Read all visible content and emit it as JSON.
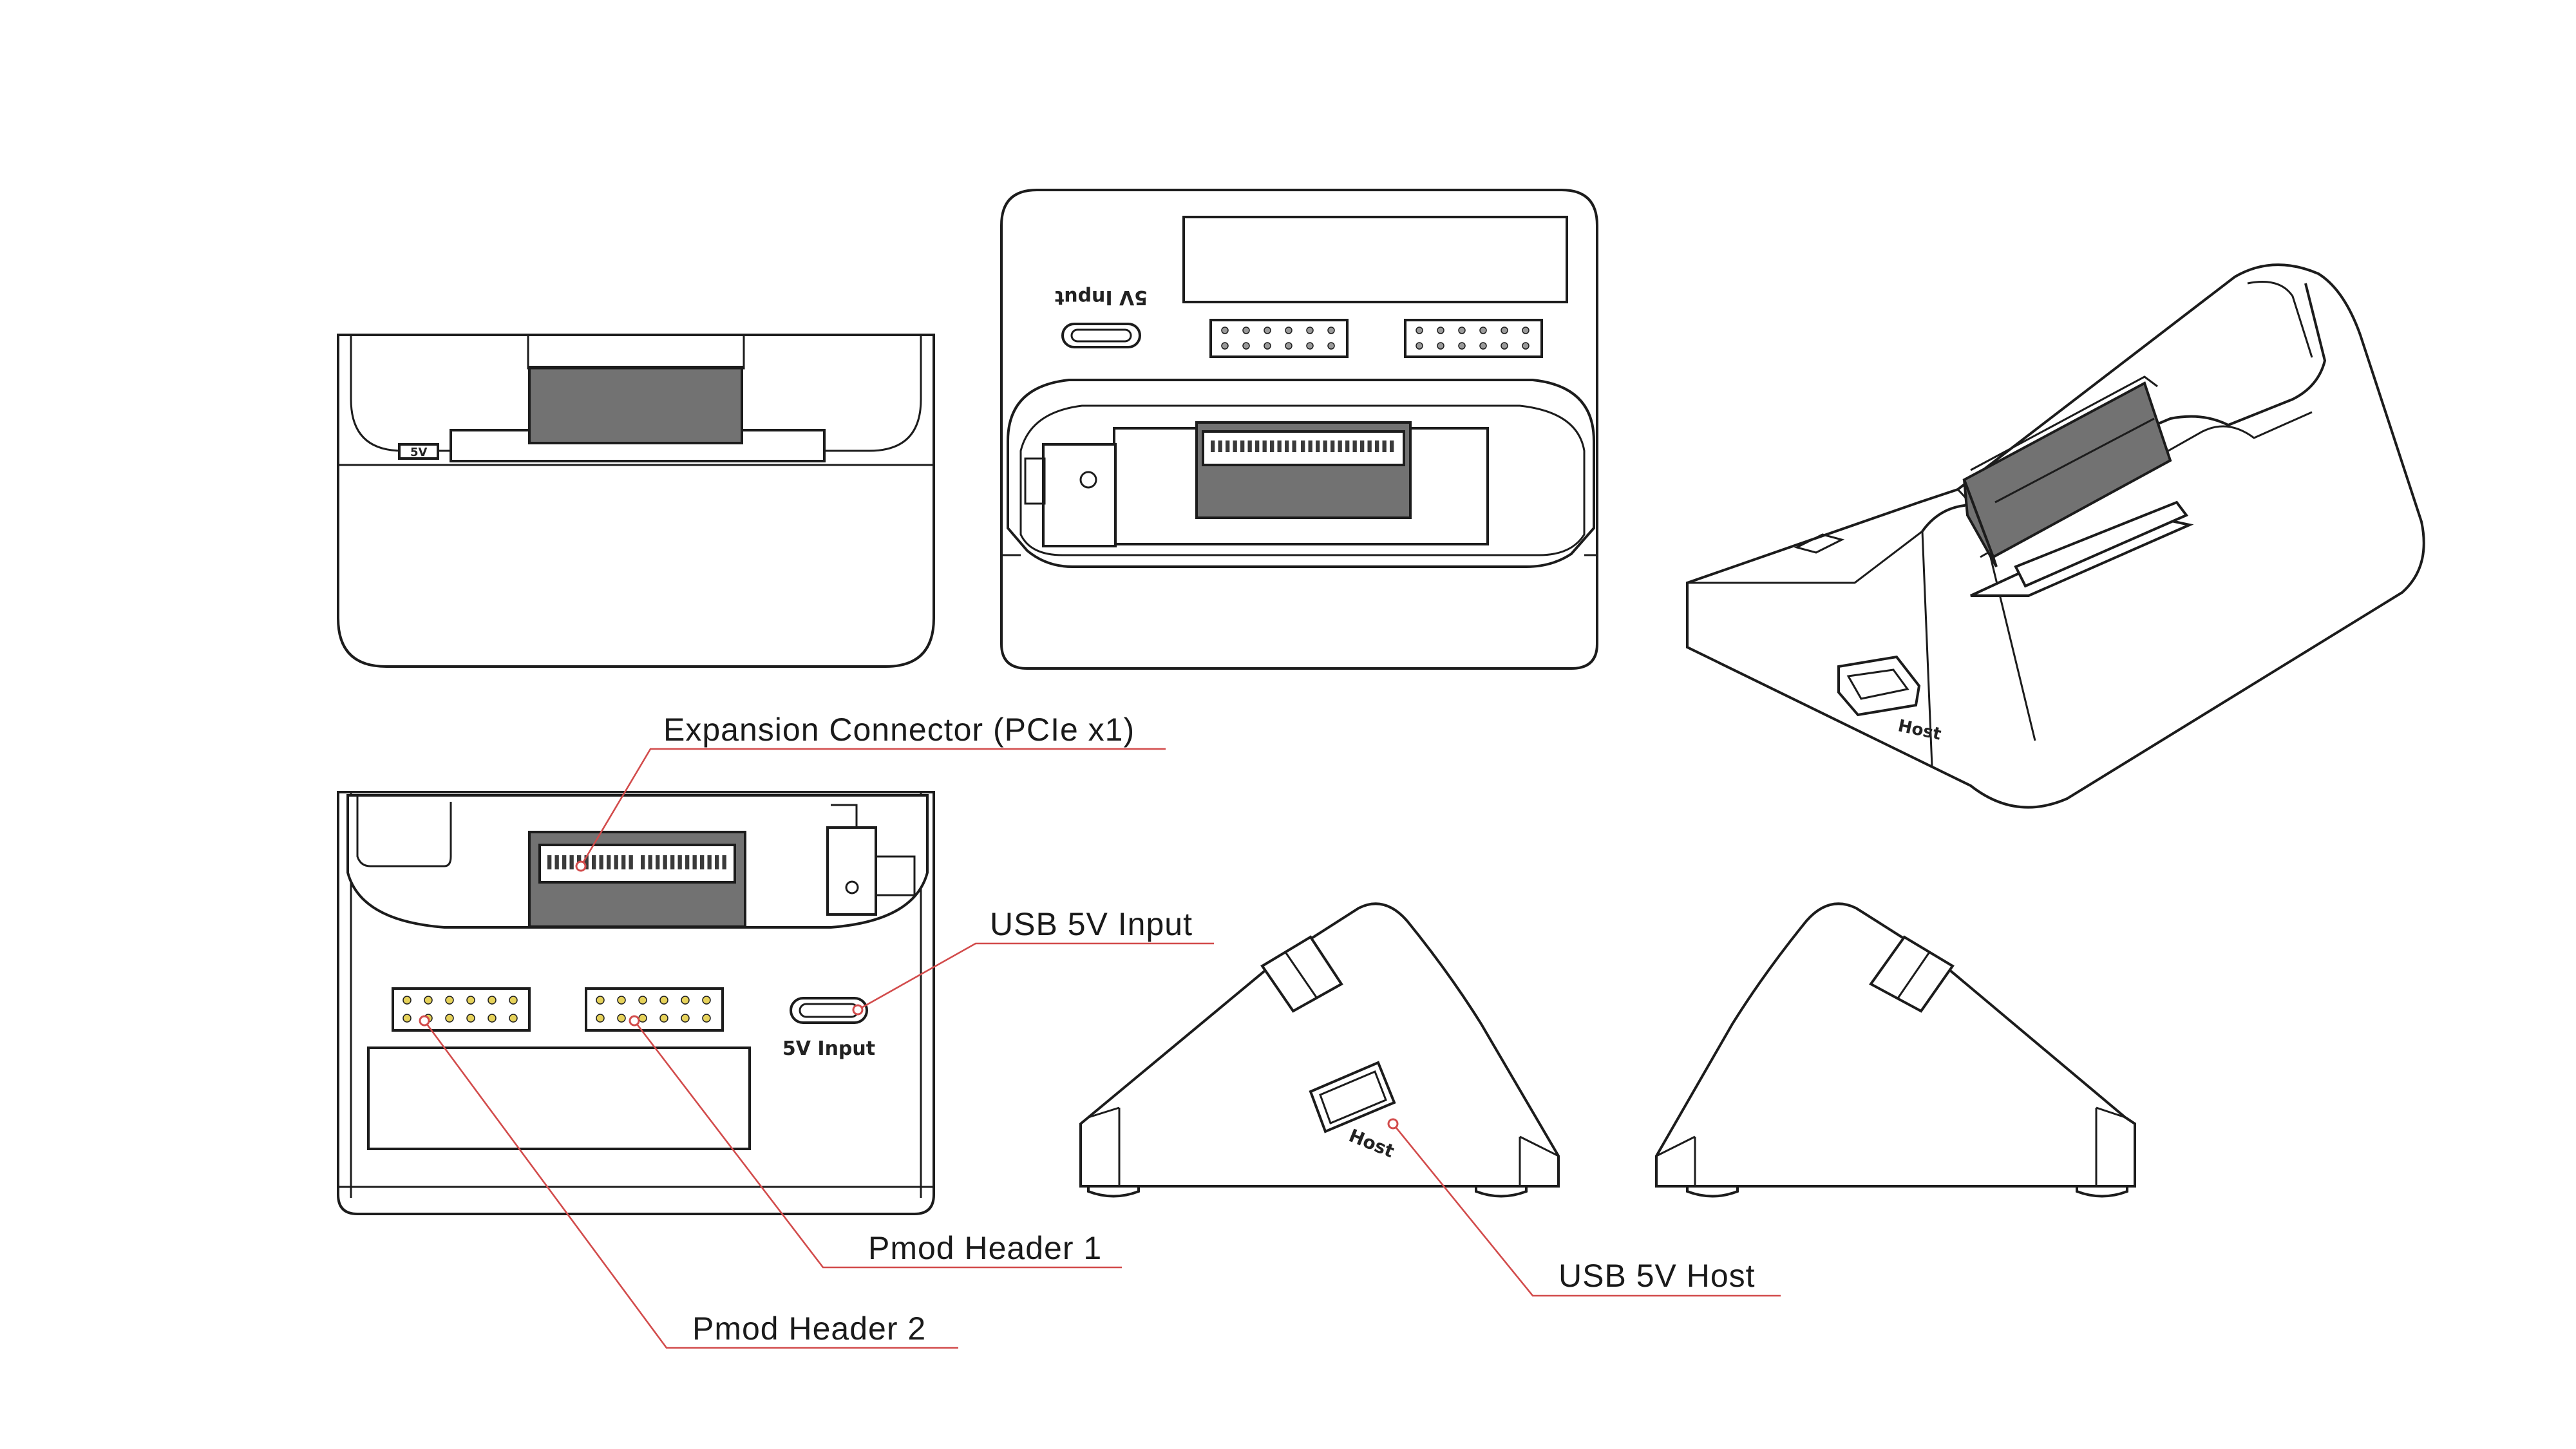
{
  "labels": {
    "expansion_connector": "Expansion Connector (PCIe x1)",
    "usb_5v_input": "USB 5V Input",
    "pmod_header_1": "Pmod Header 1",
    "pmod_header_2": "Pmod Header 2",
    "usb_5v_host": "USB 5V Host"
  },
  "engravings": {
    "port_5v_input": "5V Input",
    "port_host": "Host"
  },
  "colors": {
    "leader_line": "#d24b4b",
    "outline": "#1c1c1c",
    "shaded_part": "#727272"
  }
}
